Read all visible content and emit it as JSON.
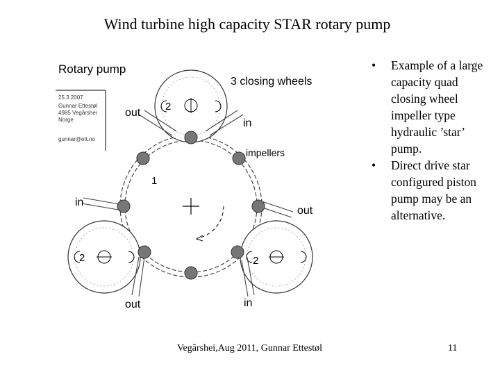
{
  "slide": {
    "title": "Wind turbine high capacity STAR rotary pump",
    "footer": "Vegârshei,Aug 2011, Gunnar Ettestøl",
    "page_number": "11"
  },
  "diagram": {
    "heading": "Rotary pump",
    "card_lines": [
      "25.3.2007",
      "Gunnar Ettestøl",
      "4985 Vegårshei",
      "Norge",
      "",
      "gunnar@ett.no"
    ],
    "labels": {
      "closing_wheels": "3 closing wheels",
      "impellers": "impellers",
      "rotor_number": "1",
      "wheel_number": "2",
      "in": "in",
      "out": "out"
    }
  },
  "bullets": [
    "Example of a large capacity quad closing wheel impeller type hydraulic ’star’ pump.",
    "Direct drive star configured piston pump may be an alternative."
  ]
}
